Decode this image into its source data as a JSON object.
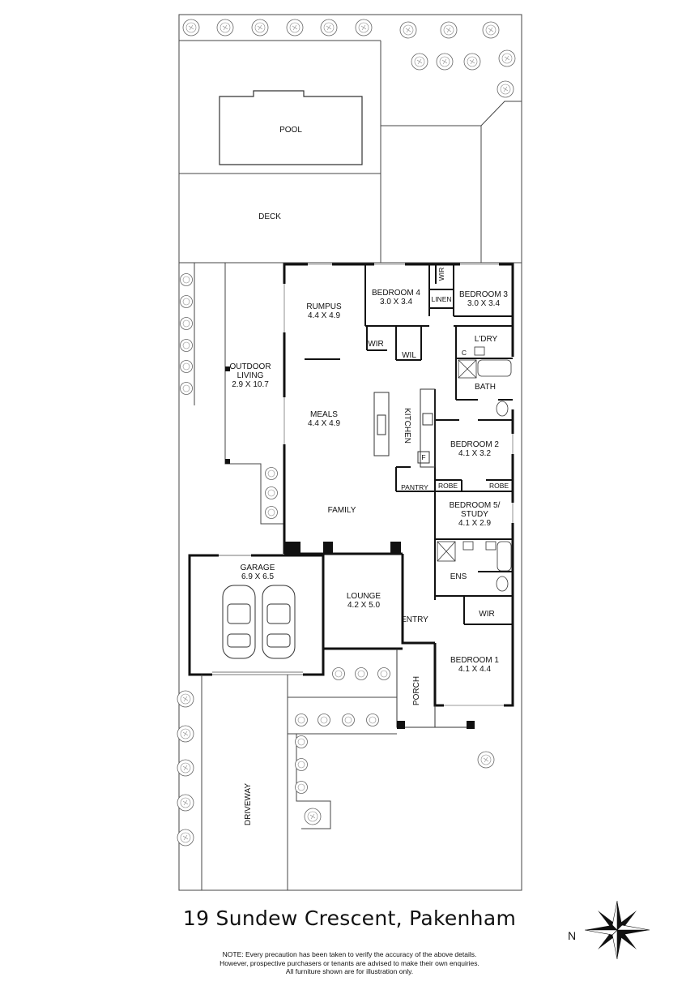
{
  "address": "19 Sundew Crescent, Pakenham",
  "note": [
    "NOTE: Every precaution has been taken to verify the accuracy of the above details.",
    "However, prospective purchasers or tenants are advised to make their own enquiries.",
    "All furniture shown are for illustration only."
  ],
  "compass": {
    "north_label": "N"
  },
  "rooms": {
    "pool": "POOL",
    "deck": "DECK",
    "rumpus": {
      "name": "RUMPUS",
      "size": "4.4 X 4.9"
    },
    "bedroom4": {
      "name": "BEDROOM 4",
      "size": "3.0 X 3.4"
    },
    "bedroom3": {
      "name": "BEDROOM 3",
      "size": "3.0 X 3.4"
    },
    "wir_top": "WIR",
    "linen": "LINEN",
    "wir_left": "WIR",
    "wil": "WIL",
    "laundry": "L'DRY",
    "laundry_c": "C",
    "bath": "BATH",
    "outdoor_living": {
      "name1": "OUTDOOR",
      "name2": "LIVING",
      "size": "2.9 X 10.7"
    },
    "meals": {
      "name": "MEALS",
      "size": "4.4 X 4.9"
    },
    "kitchen": "KITCHEN",
    "fridge": "F",
    "bedroom2": {
      "name": "BEDROOM 2",
      "size": "4.1 X 3.2"
    },
    "pantry": "PANTRY",
    "robe_left": "ROBE",
    "robe_right": "ROBE",
    "family": "FAMILY",
    "bedroom5": {
      "name1": "BEDROOM 5/",
      "name2": "STUDY",
      "size": "4.1 X 2.9"
    },
    "garage": {
      "name": "GARAGE",
      "size": "6.9 X 6.5"
    },
    "lounge": {
      "name": "LOUNGE",
      "size": "4.2 X 5.0"
    },
    "ens": "ENS",
    "wir_bed1": "WIR",
    "entry": "ENTRY",
    "bedroom1": {
      "name": "BEDROOM 1",
      "size": "4.1 X 4.4"
    },
    "porch": "PORCH",
    "driveway": "DRIVEWAY"
  }
}
